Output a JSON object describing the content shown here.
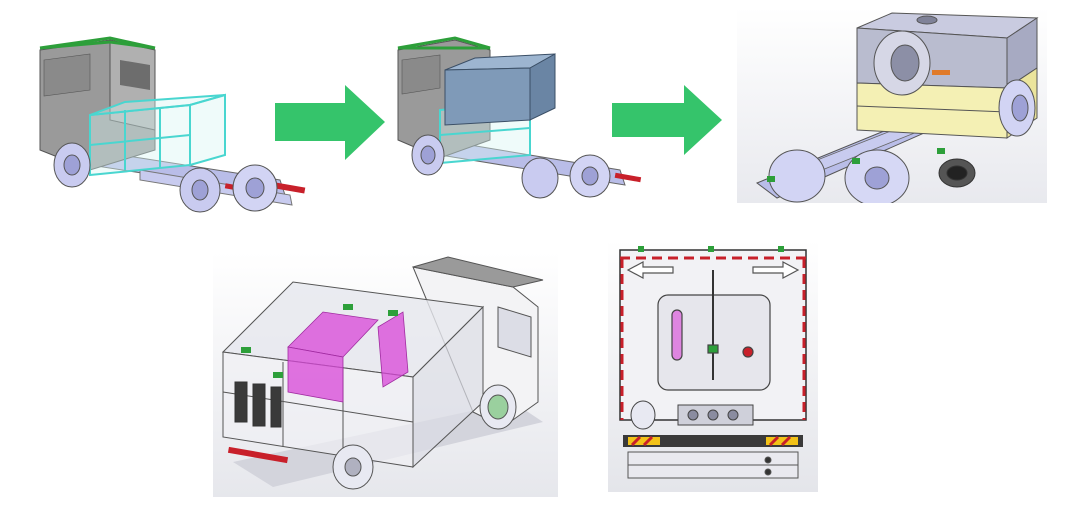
{
  "colors": {
    "arrow": "#35C46B",
    "cab": "#9a9a9a",
    "chassis": "#b9bde8",
    "frame_cyan": "#49d6d0",
    "tank_blue": "#7f9ab8",
    "magenta": "#d845d8",
    "accent_red": "#c8202a",
    "background_gradient": "#e8e9ee"
  },
  "panels": [
    {
      "id": "step-1",
      "subject": "cab-chassis-with-cyan-frame"
    },
    {
      "id": "step-2",
      "subject": "cab-chassis-with-blue-tank"
    },
    {
      "id": "step-3",
      "subject": "sweeper-body-with-brush"
    },
    {
      "id": "isometric",
      "subject": "complete-body-cutaway"
    },
    {
      "id": "rear",
      "subject": "rear-view-of-body"
    }
  ],
  "arrows": [
    {
      "id": "arrow-1",
      "icon": "right-arrow-icon"
    },
    {
      "id": "arrow-2",
      "icon": "right-arrow-icon"
    }
  ]
}
